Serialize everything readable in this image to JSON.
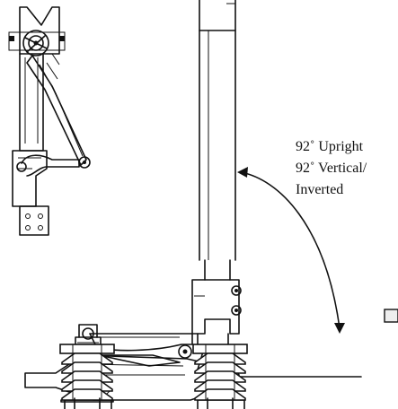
{
  "diagram": {
    "labels": {
      "line1": "92˚ Upright",
      "line2": "92˚  Vertical/",
      "line3": "Inverted"
    },
    "colors": {
      "ink": "#111111",
      "paper": "#ffffff",
      "box": "#eeeeee"
    }
  }
}
